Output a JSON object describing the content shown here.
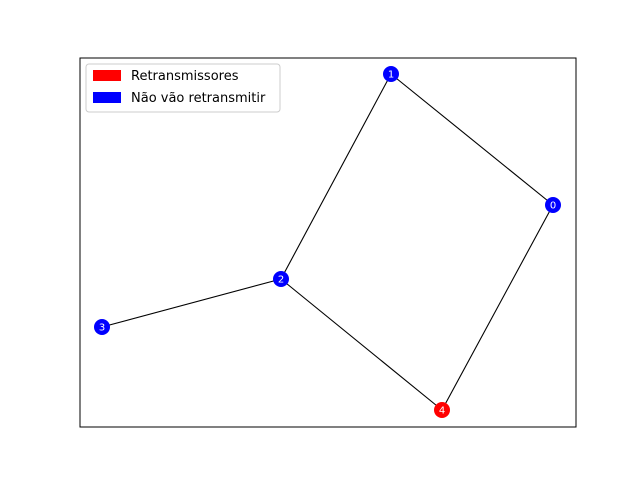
{
  "legend": {
    "placement": "top-left",
    "items": [
      {
        "label": "Retransmissores",
        "color": "#ff0000"
      },
      {
        "label": "Não vão retransmitir",
        "color": "#0000ff"
      }
    ]
  },
  "graph": {
    "nodes": [
      {
        "id": "0",
        "group": "Não vão retransmitir",
        "color": "#0000ff"
      },
      {
        "id": "1",
        "group": "Não vão retransmitir",
        "color": "#0000ff"
      },
      {
        "id": "2",
        "group": "Não vão retransmitir",
        "color": "#0000ff"
      },
      {
        "id": "3",
        "group": "Não vão retransmitir",
        "color": "#0000ff"
      },
      {
        "id": "4",
        "group": "Retransmissores",
        "color": "#ff0000"
      }
    ],
    "edges": [
      {
        "source": "1",
        "target": "0"
      },
      {
        "source": "1",
        "target": "2"
      },
      {
        "source": "0",
        "target": "4"
      },
      {
        "source": "2",
        "target": "3"
      },
      {
        "source": "2",
        "target": "4"
      }
    ]
  }
}
